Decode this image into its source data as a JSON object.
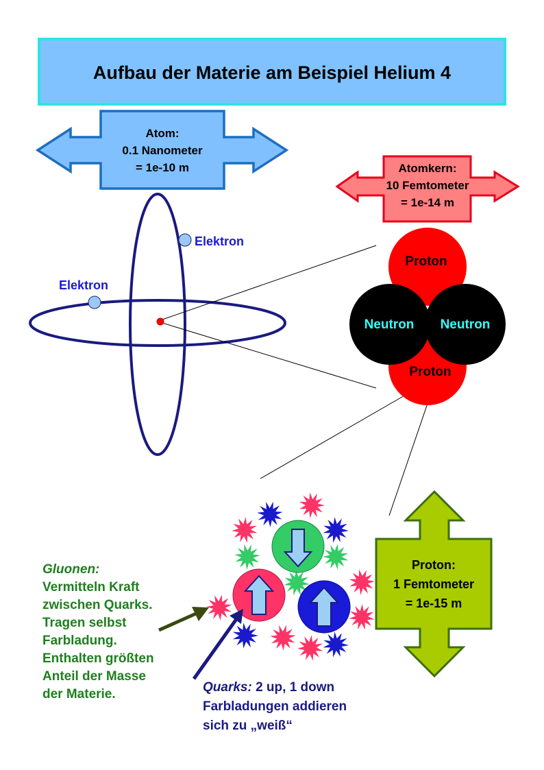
{
  "title": "Aufbau der Materie am Beispiel Helium 4",
  "atom": {
    "lines": [
      "Atom:",
      "0.1 Nanometer",
      "= 1e-10 m"
    ],
    "electron_labels": [
      "Elektron",
      "Elektron"
    ]
  },
  "nucleus": {
    "lines": [
      "Atomkern:",
      "10 Femtometer",
      "= 1e-14 m"
    ],
    "proton_label": "Proton",
    "neutron_label": "Neutron"
  },
  "proton_size": {
    "lines": [
      "Proton:",
      "1 Femtometer",
      "= 1e-15 m"
    ]
  },
  "gluons": {
    "heading": "Gluonen:",
    "lines": [
      "Vermitteln Kraft",
      "zwischen Quarks.",
      "Tragen selbst",
      "Farbladung.",
      "Enthalten größten",
      "Anteil der Masse",
      "der Materie."
    ]
  },
  "quarks": {
    "heading": "Quarks:",
    "first_line_rest": " 2 up, 1 down",
    "lines": [
      "Farbladungen addieren",
      "sich zu „weiß“"
    ]
  },
  "colors": {
    "title_bg": "#80c2ff",
    "title_border": "#2ee3e3",
    "atom_arrow_fill": "#80c0ff",
    "atom_arrow_stroke": "#1c6fbf",
    "nucleus_arrow_fill": "#ff8080",
    "nucleus_arrow_stroke": "#e8001c",
    "proton_arrow_fill": "#a8cc00",
    "proton_arrow_stroke": "#3d6e10",
    "orbit": "#1a1a80",
    "electron": "#9cc8f4",
    "proton": "#ff0000",
    "neutron": "#000000",
    "neutron_text": "#33ffff",
    "gluon_text": "#1e7f1e",
    "quark_text": "#1a1a80",
    "quark_red": "#ff3366",
    "quark_green": "#33cc66",
    "quark_blue": "#1a1ad9",
    "quark_arrow": "#9ccff4",
    "gluon_pink": "#ff3366",
    "gluon_green": "#33cc66",
    "gluon_blue": "#1a1acc"
  }
}
